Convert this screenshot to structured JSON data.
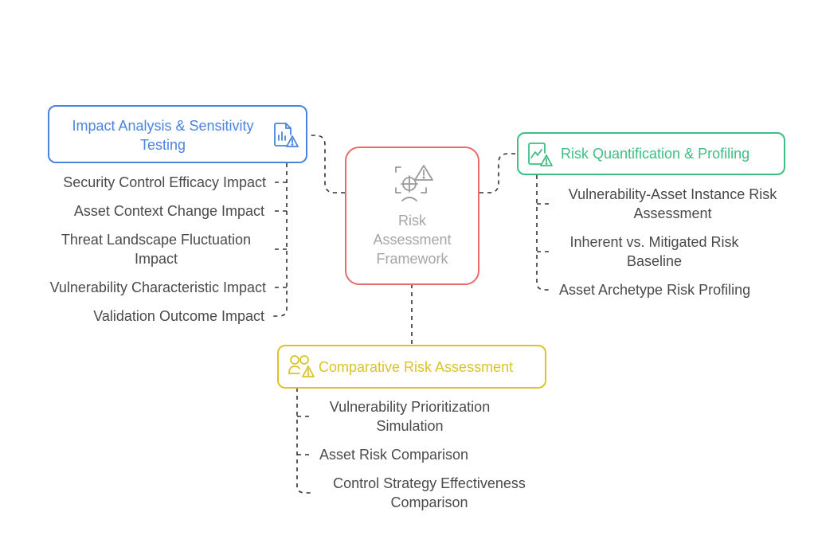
{
  "center": {
    "title": "Risk Assessment Framework",
    "icon": "risk-assessment-icon",
    "color": "#e86a6a",
    "text_color": "#a6a6a6"
  },
  "branches": {
    "impact": {
      "title": "Impact Analysis & Sensitivity Testing",
      "color": "#4a85dd",
      "icon": "chart-alert-icon",
      "items": [
        "Security Control Efficacy Impact",
        "Asset Context Change Impact",
        "Threat Landscape Fluctuation Impact",
        "Vulnerability Characteristic Impact",
        "Validation Outcome Impact"
      ]
    },
    "quantification": {
      "title": "Risk Quantification & Profiling",
      "color": "#3cbf83",
      "icon": "trend-alert-icon",
      "items": [
        "Vulnerability-Asset Instance Risk Assessment",
        "Inherent vs. Mitigated Risk Baseline",
        "Asset Archetype Risk Profiling"
      ]
    },
    "comparative": {
      "title": "Comparative Risk Assessment",
      "color": "#d9c42a",
      "icon": "users-alert-icon",
      "items": [
        "Vulnerability Prioritization Simulation",
        "Asset Risk Comparison",
        "Control Strategy Effectiveness Comparison"
      ]
    }
  }
}
